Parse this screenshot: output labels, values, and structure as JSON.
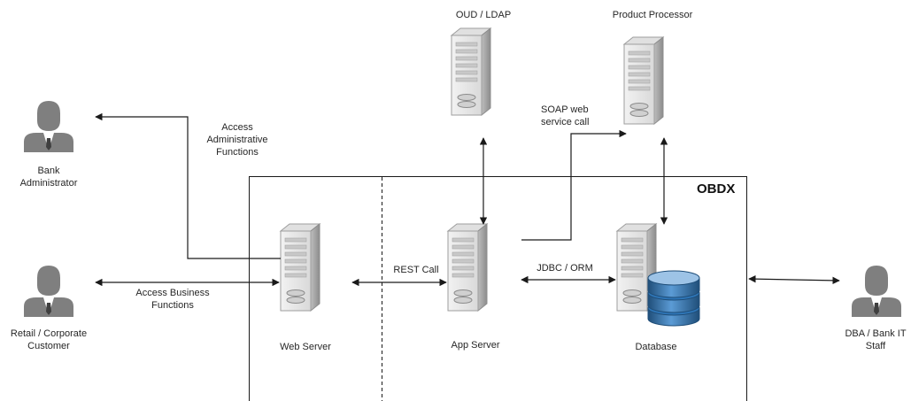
{
  "boundary": {
    "title": "OBDX"
  },
  "actors": {
    "bank_admin": {
      "line1": "Bank",
      "line2": "Administrator"
    },
    "retail_customer": {
      "line1": "Retail / Corporate",
      "line2": "Customer"
    },
    "dba_staff": {
      "line1": "DBA / Bank IT",
      "line2": "Staff"
    }
  },
  "servers": {
    "oud_ldap": "OUD / LDAP",
    "product_processor": "Product Processor",
    "web_server": "Web Server",
    "app_server": "App Server",
    "database": "Database"
  },
  "connections": {
    "access_admin": {
      "line1": "Access",
      "line2": "Administrative",
      "line3": "Functions"
    },
    "access_business": {
      "line1": "Access Business",
      "line2": "Functions"
    },
    "rest_call": "REST Call",
    "jdbc_orm": "JDBC / ORM",
    "soap_call": {
      "line1": "SOAP web",
      "line2": "service call"
    }
  },
  "colors": {
    "server_face": "#e6e6e6",
    "server_side": "#bfbfbf",
    "actor": "#7f7f7f",
    "db_blue": "#2e75b6"
  }
}
